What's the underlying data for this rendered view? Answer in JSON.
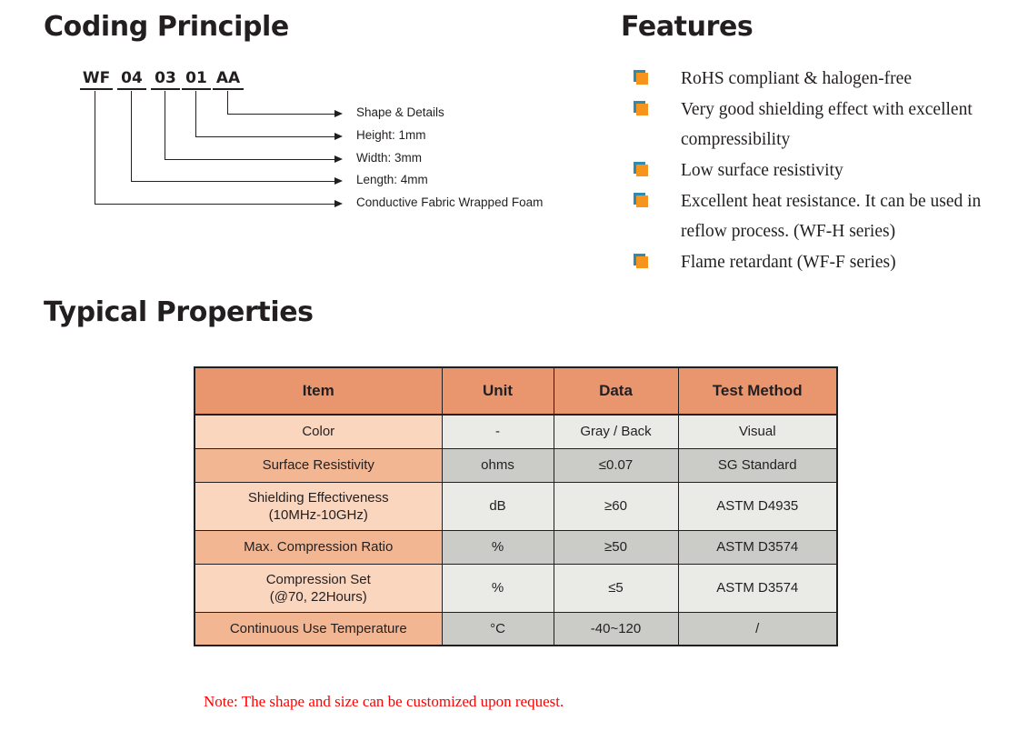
{
  "sections": {
    "coding_title": "Coding Principle",
    "features_title": "Features",
    "properties_title": "Typical Properties"
  },
  "coding": {
    "segments": [
      {
        "text": "WF"
      },
      {
        "text": "04"
      },
      {
        "text": "03"
      },
      {
        "text": "01"
      },
      {
        "text": "AA"
      }
    ],
    "labels": [
      "Shape & Details",
      "Height: 1mm",
      "Width: 3mm",
      "Length: 4mm",
      "Conductive Fabric Wrapped Foam"
    ]
  },
  "features": {
    "bullet_icon": "layered-square-icon",
    "items": [
      "RoHS compliant & halogen-free",
      "Very good shielding effect with excellent compressibility",
      "Low surface resistivity",
      "Excellent heat resistance. It can be used in reflow process. (WF-H series)",
      "Flame retardant (WF-F series)"
    ]
  },
  "table": {
    "headers": [
      "Item",
      "Unit",
      "Data",
      "Test Method"
    ],
    "rows": [
      {
        "item": "Color",
        "item_l2": "",
        "unit": "-",
        "data": "Gray / Back",
        "method": "Visual",
        "shade": "light",
        "tall": false
      },
      {
        "item": "Surface Resistivity",
        "item_l2": "",
        "unit": "ohms",
        "data": "≤0.07",
        "method": "SG Standard",
        "shade": "dark",
        "tall": false
      },
      {
        "item": "Shielding Effectiveness",
        "item_l2": "(10MHz-10GHz)",
        "unit": "dB",
        "data": "≥60",
        "method": "ASTM D4935",
        "shade": "light",
        "tall": true
      },
      {
        "item": "Max. Compression Ratio",
        "item_l2": "",
        "unit": "%",
        "data": "≥50",
        "method": "ASTM D3574",
        "shade": "dark",
        "tall": false
      },
      {
        "item": "Compression Set",
        "item_l2": "(@70, 22Hours)",
        "unit": "%",
        "data": "≤5",
        "method": "ASTM D3574",
        "shade": "light",
        "tall": true
      },
      {
        "item": "Continuous Use Temperature",
        "item_l2": "",
        "unit": "°C",
        "data": "-40~120",
        "method": "/",
        "shade": "dark",
        "tall": false
      }
    ],
    "note": "Note: The shape and size can be customized upon request."
  },
  "colors": {
    "header_fill": "#e9956e",
    "item_dark": "#f2b693",
    "item_light": "#fbd6be",
    "value_dark": "#cbccc8",
    "value_light": "#eaebe7",
    "bullet_orange": "#f7941e",
    "bullet_teal": "#2b8cb0",
    "note_red": "#ff0000"
  }
}
